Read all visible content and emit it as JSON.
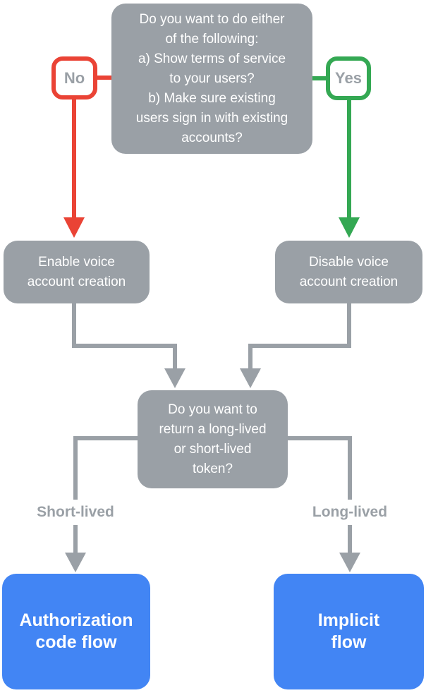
{
  "diagram": {
    "type": "flowchart",
    "topic": "Account linking flow decision",
    "colors": {
      "node_gray": "#9aa0a6",
      "branch_no_red": "#ea4335",
      "branch_yes_green": "#34a853",
      "outcome_blue": "#4285f4",
      "node_text": "#ffffff",
      "label_text": "#9aa0a6",
      "background": "#ffffff"
    },
    "nodes": {
      "question_1": "Do you want to do either\nof the following:\na) Show terms of service\nto your users?\nb) Make sure existing\nusers sign in with existing\naccounts?",
      "enable": "Enable voice\naccount creation",
      "disable": "Disable voice\naccount creation",
      "question_2": "Do you want to\nreturn a long-lived\nor short-lived\ntoken?",
      "auth_code_flow": "Authorization\ncode flow",
      "implicit_flow": "Implicit\nflow"
    },
    "edges": {
      "no_label": "No",
      "yes_label": "Yes",
      "short_lived_label": "Short-lived",
      "long_lived_label": "Long-lived"
    }
  }
}
